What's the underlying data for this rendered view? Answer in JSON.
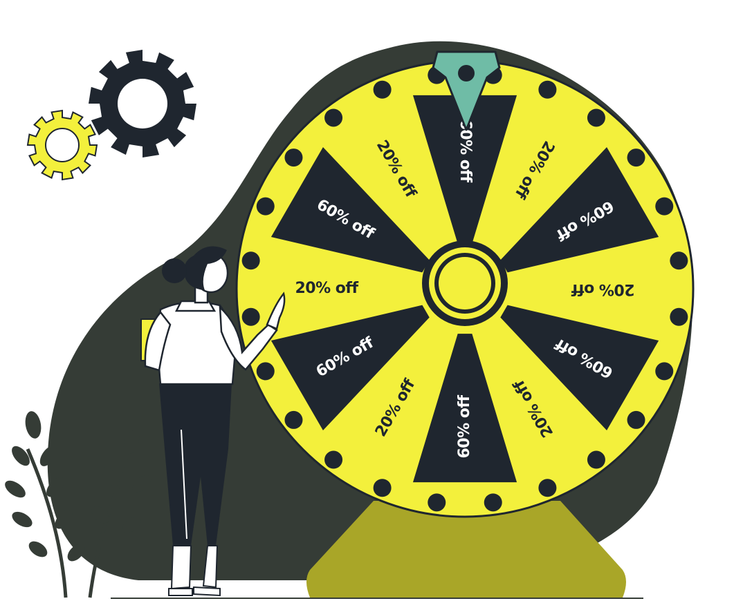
{
  "colors": {
    "blob": "#353c36",
    "navy": "#1f262f",
    "yellow": "#f3f03c",
    "olive": "#a9a628",
    "teal": "#6fbca6",
    "white": "#ffffff",
    "skin": "#ffffff"
  },
  "wheel": {
    "segments": [
      {
        "label": "60% off"
      },
      {
        "label": "20% off"
      },
      {
        "label": "60% off"
      },
      {
        "label": "20% off"
      },
      {
        "label": "60% off"
      },
      {
        "label": "20% off"
      },
      {
        "label": "60% off"
      },
      {
        "label": "20% off"
      },
      {
        "label": "60% off"
      },
      {
        "label": "20% off"
      },
      {
        "label": "60% off"
      },
      {
        "label": "20% off"
      }
    ]
  },
  "icons": {
    "big_gear": "gear-icon",
    "small_gear": "gear-icon",
    "pointer": "pointer-icon",
    "plant": "plant-icon"
  }
}
